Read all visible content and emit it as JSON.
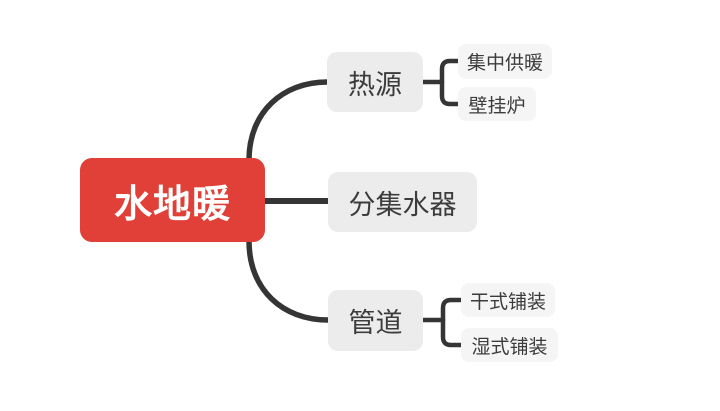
{
  "root": {
    "label": "水地暖"
  },
  "branches": [
    {
      "label": "热源",
      "children": [
        {
          "label": "集中供暖"
        },
        {
          "label": "壁挂炉"
        }
      ]
    },
    {
      "label": "分集水器",
      "children": []
    },
    {
      "label": "管道",
      "children": [
        {
          "label": "干式铺装"
        },
        {
          "label": "湿式铺装"
        }
      ]
    }
  ],
  "colors": {
    "root-bg": "#e04038",
    "root-text": "#ffffff",
    "branch-bg": "#ececec",
    "leaf-bg": "#f5f5f5",
    "node-text": "#3c3c3c",
    "line": "#353535",
    "canvas-bg": "#ffffff"
  }
}
